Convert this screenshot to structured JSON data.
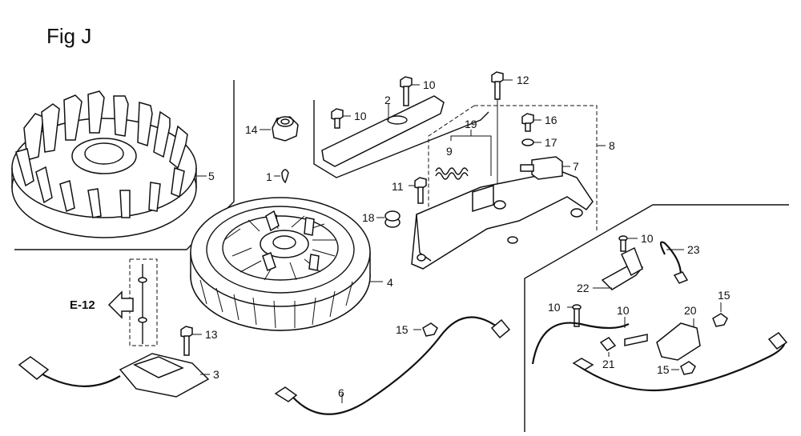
{
  "figure": {
    "title": "Fig J"
  },
  "reference": {
    "label": "E-12"
  },
  "callouts": {
    "c1": "1",
    "c2": "2",
    "c3": "3",
    "c4": "4",
    "c5": "5",
    "c6": "6",
    "c7": "7",
    "c8": "8",
    "c9": "9",
    "c10a": "10",
    "c10b": "10",
    "c10c": "10",
    "c10d": "10",
    "c10e": "10",
    "c11": "11",
    "c12": "12",
    "c13": "13",
    "c14": "14",
    "c15a": "15",
    "c15b": "15",
    "c15c": "15",
    "c16": "16",
    "c17": "17",
    "c18": "18",
    "c19": "19",
    "c20": "20",
    "c21": "21",
    "c22": "22",
    "c23": "23"
  }
}
